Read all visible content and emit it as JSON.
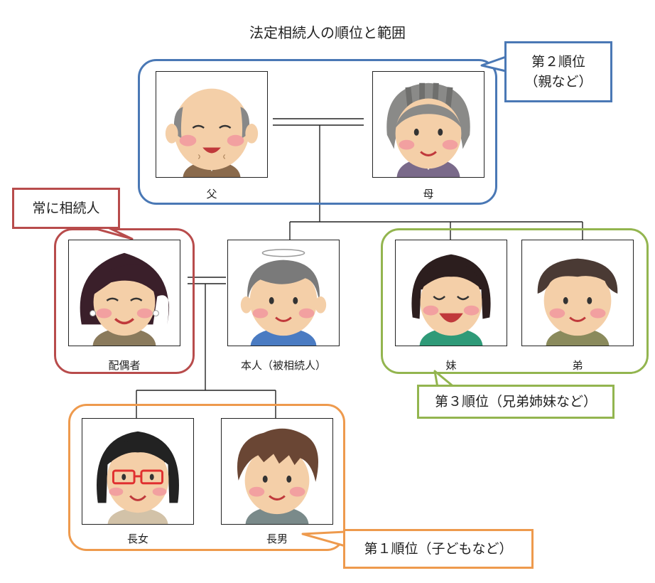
{
  "title": "法定相続人の順位と範囲",
  "people": {
    "father": "父",
    "mother": "母",
    "spouse": "配偶者",
    "self": "本人（被相続人）",
    "younger_sister": "妹",
    "younger_brother": "弟",
    "eldest_daughter": "長女",
    "eldest_son": "長男"
  },
  "callouts": {
    "rank2": "第２順位\n（親など）",
    "spouse": "常に相続人",
    "rank3": "第３順位（兄弟姉妹など）",
    "rank1": "第１順位（子どもなど）"
  },
  "colors": {
    "rank2": "#4a78b5",
    "spouse": "#b84c4c",
    "rank3": "#93b54f",
    "rank1": "#ee9a4d"
  }
}
